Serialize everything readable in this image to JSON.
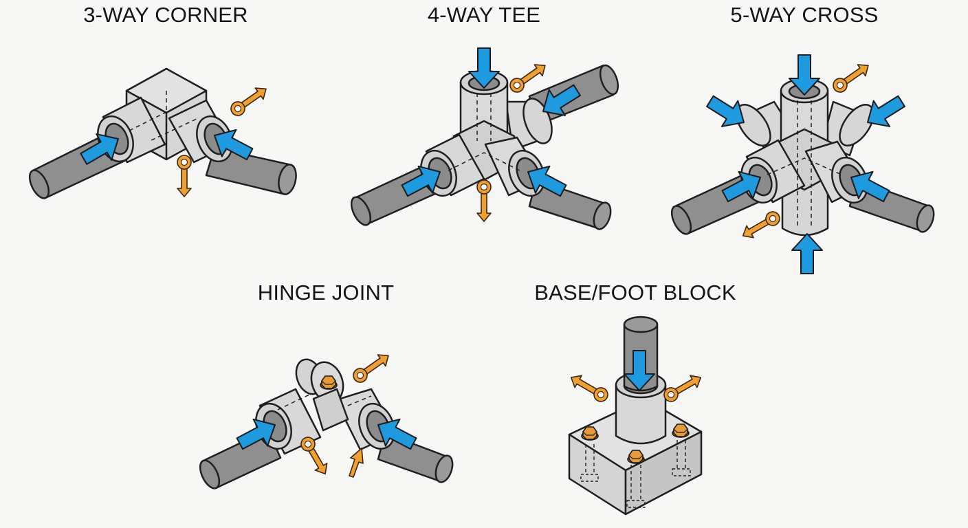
{
  "connectors": [
    {
      "id": "three-way-corner",
      "title": "3-WAY CORNER"
    },
    {
      "id": "four-way-tee",
      "title": "4-WAY TEE"
    },
    {
      "id": "five-way-cross",
      "title": "5-WAY CROSS"
    },
    {
      "id": "hinge-joint",
      "title": "HINGE JOINT"
    },
    {
      "id": "base-foot-block",
      "title": "BASE/FOOT BLOCK"
    }
  ],
  "colors": {
    "background": "#f7f7f5",
    "fitting_fill": "#dcdcdc",
    "fitting_fill_dark": "#c8c8c8",
    "pipe_fill": "#8f8f8f",
    "outline": "#1f1f1f",
    "insert_arrow": "#1e9be0",
    "pin_marker": "#f0a030"
  },
  "icons": [
    "blue-insert-arrow",
    "orange-pin-marker",
    "hex-bolt"
  ]
}
